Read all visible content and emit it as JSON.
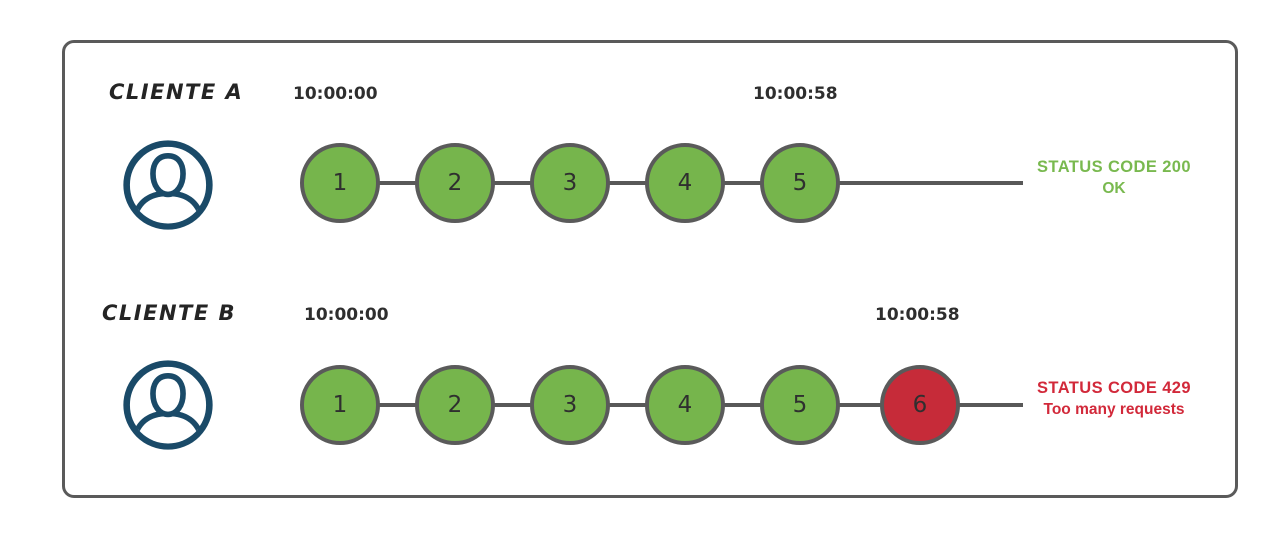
{
  "diagram_title": "rate-limit-clients-diagram",
  "colors": {
    "green": "#76b54c",
    "red": "#c62b39",
    "green-text": "#79b94f",
    "red-text": "#d2293a",
    "navy": "#1a4a68",
    "line": "#585858",
    "border": "#5a5a5a"
  },
  "rows": [
    {
      "client_label": "CLIENTE A",
      "avatar_icon": "user-avatar-icon",
      "start_time": "10:00:00",
      "end_time": "10:00:58",
      "requests": [
        {
          "label": "1",
          "status": "ok"
        },
        {
          "label": "2",
          "status": "ok"
        },
        {
          "label": "3",
          "status": "ok"
        },
        {
          "label": "4",
          "status": "ok"
        },
        {
          "label": "5",
          "status": "ok"
        }
      ],
      "status_line1": "STATUS CODE 200",
      "status_line2": "OK"
    },
    {
      "client_label": "CLIENTE B",
      "avatar_icon": "user-avatar-icon",
      "start_time": "10:00:00",
      "end_time": "10:00:58",
      "requests": [
        {
          "label": "1",
          "status": "ok"
        },
        {
          "label": "2",
          "status": "ok"
        },
        {
          "label": "3",
          "status": "ok"
        },
        {
          "label": "4",
          "status": "ok"
        },
        {
          "label": "5",
          "status": "ok"
        },
        {
          "label": "6",
          "status": "blocked"
        }
      ],
      "status_line1": "STATUS CODE 429",
      "status_line2": "Too many requests"
    }
  ]
}
